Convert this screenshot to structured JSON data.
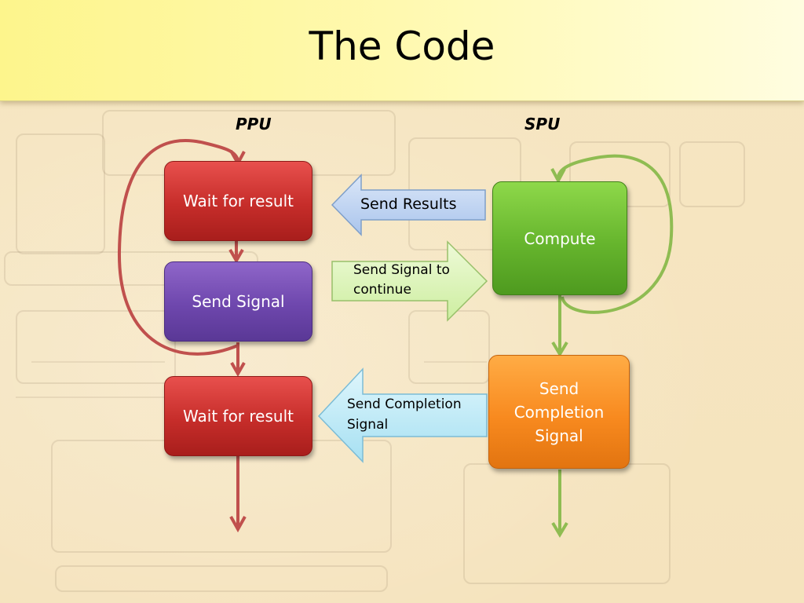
{
  "title": "The Code",
  "columns": {
    "ppu": "PPU",
    "spu": "SPU"
  },
  "ppu_boxes": {
    "wait1": "Wait for result",
    "send_signal": "Send Signal",
    "wait2": "Wait for result"
  },
  "spu_boxes": {
    "compute": "Compute",
    "send_completion": "Send Completion Signal"
  },
  "messages": {
    "send_results": "Send Results",
    "send_signal_continue": "Send Signal to continue",
    "send_completion_signal": "Send Completion Signal"
  },
  "colors": {
    "ppu_box": "#c62d2a",
    "signal_box": "#6e47ad",
    "compute_box": "#66b52d",
    "completion_box": "#f88a1f",
    "ppu_arrow": "#c0504d",
    "spu_arrow": "#8fbc52",
    "results_arrow": "#c6d9f1",
    "continue_arrow": "#dcf4b8",
    "completion_arrow": "#bfeaf7"
  }
}
